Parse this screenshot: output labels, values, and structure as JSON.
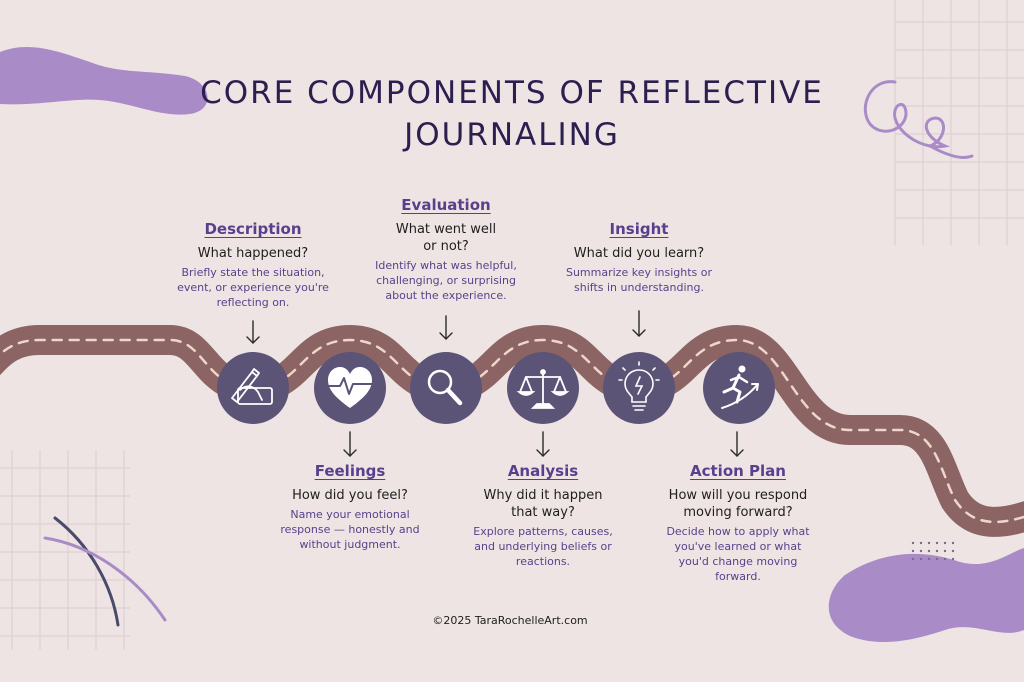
{
  "title": "Core Components of Reflective Journaling",
  "components": [
    {
      "heading": "Description",
      "question": "What happened?",
      "description": "Briefly state the situation, event, or experience you're reflecting on.",
      "icon": "writing-hand-icon"
    },
    {
      "heading": "Feelings",
      "question": "How did you feel?",
      "description": "Name your emotional response — honestly and without judgment.",
      "icon": "heartbeat-icon"
    },
    {
      "heading": "Evaluation",
      "question": "What went well or not?",
      "description": "Identify what was helpful, challenging, or surprising about the experience.",
      "icon": "magnifier-icon"
    },
    {
      "heading": "Analysis",
      "question": "Why did it happen that way?",
      "description": "Explore patterns, causes, and underlying beliefs or reactions.",
      "icon": "scales-icon"
    },
    {
      "heading": "Insight",
      "question": "What did you learn?",
      "description": "Summarize key insights or shifts in understanding.",
      "icon": "lightbulb-icon"
    },
    {
      "heading": "Action Plan",
      "question": "How will you respond moving forward?",
      "description": "Decide how to apply what you've learned or what you'd change moving forward.",
      "icon": "runner-icon"
    }
  ],
  "copyright": "©2025 TaraRochelleArt.com",
  "colors": {
    "background": "#efe4e4",
    "road": "#8c6464",
    "road_dash": "#eed7c8",
    "circle": "#5b5477",
    "heading": "#5a3f8c",
    "accent_lilac": "#a98bc8",
    "title": "#2b1f4f"
  }
}
